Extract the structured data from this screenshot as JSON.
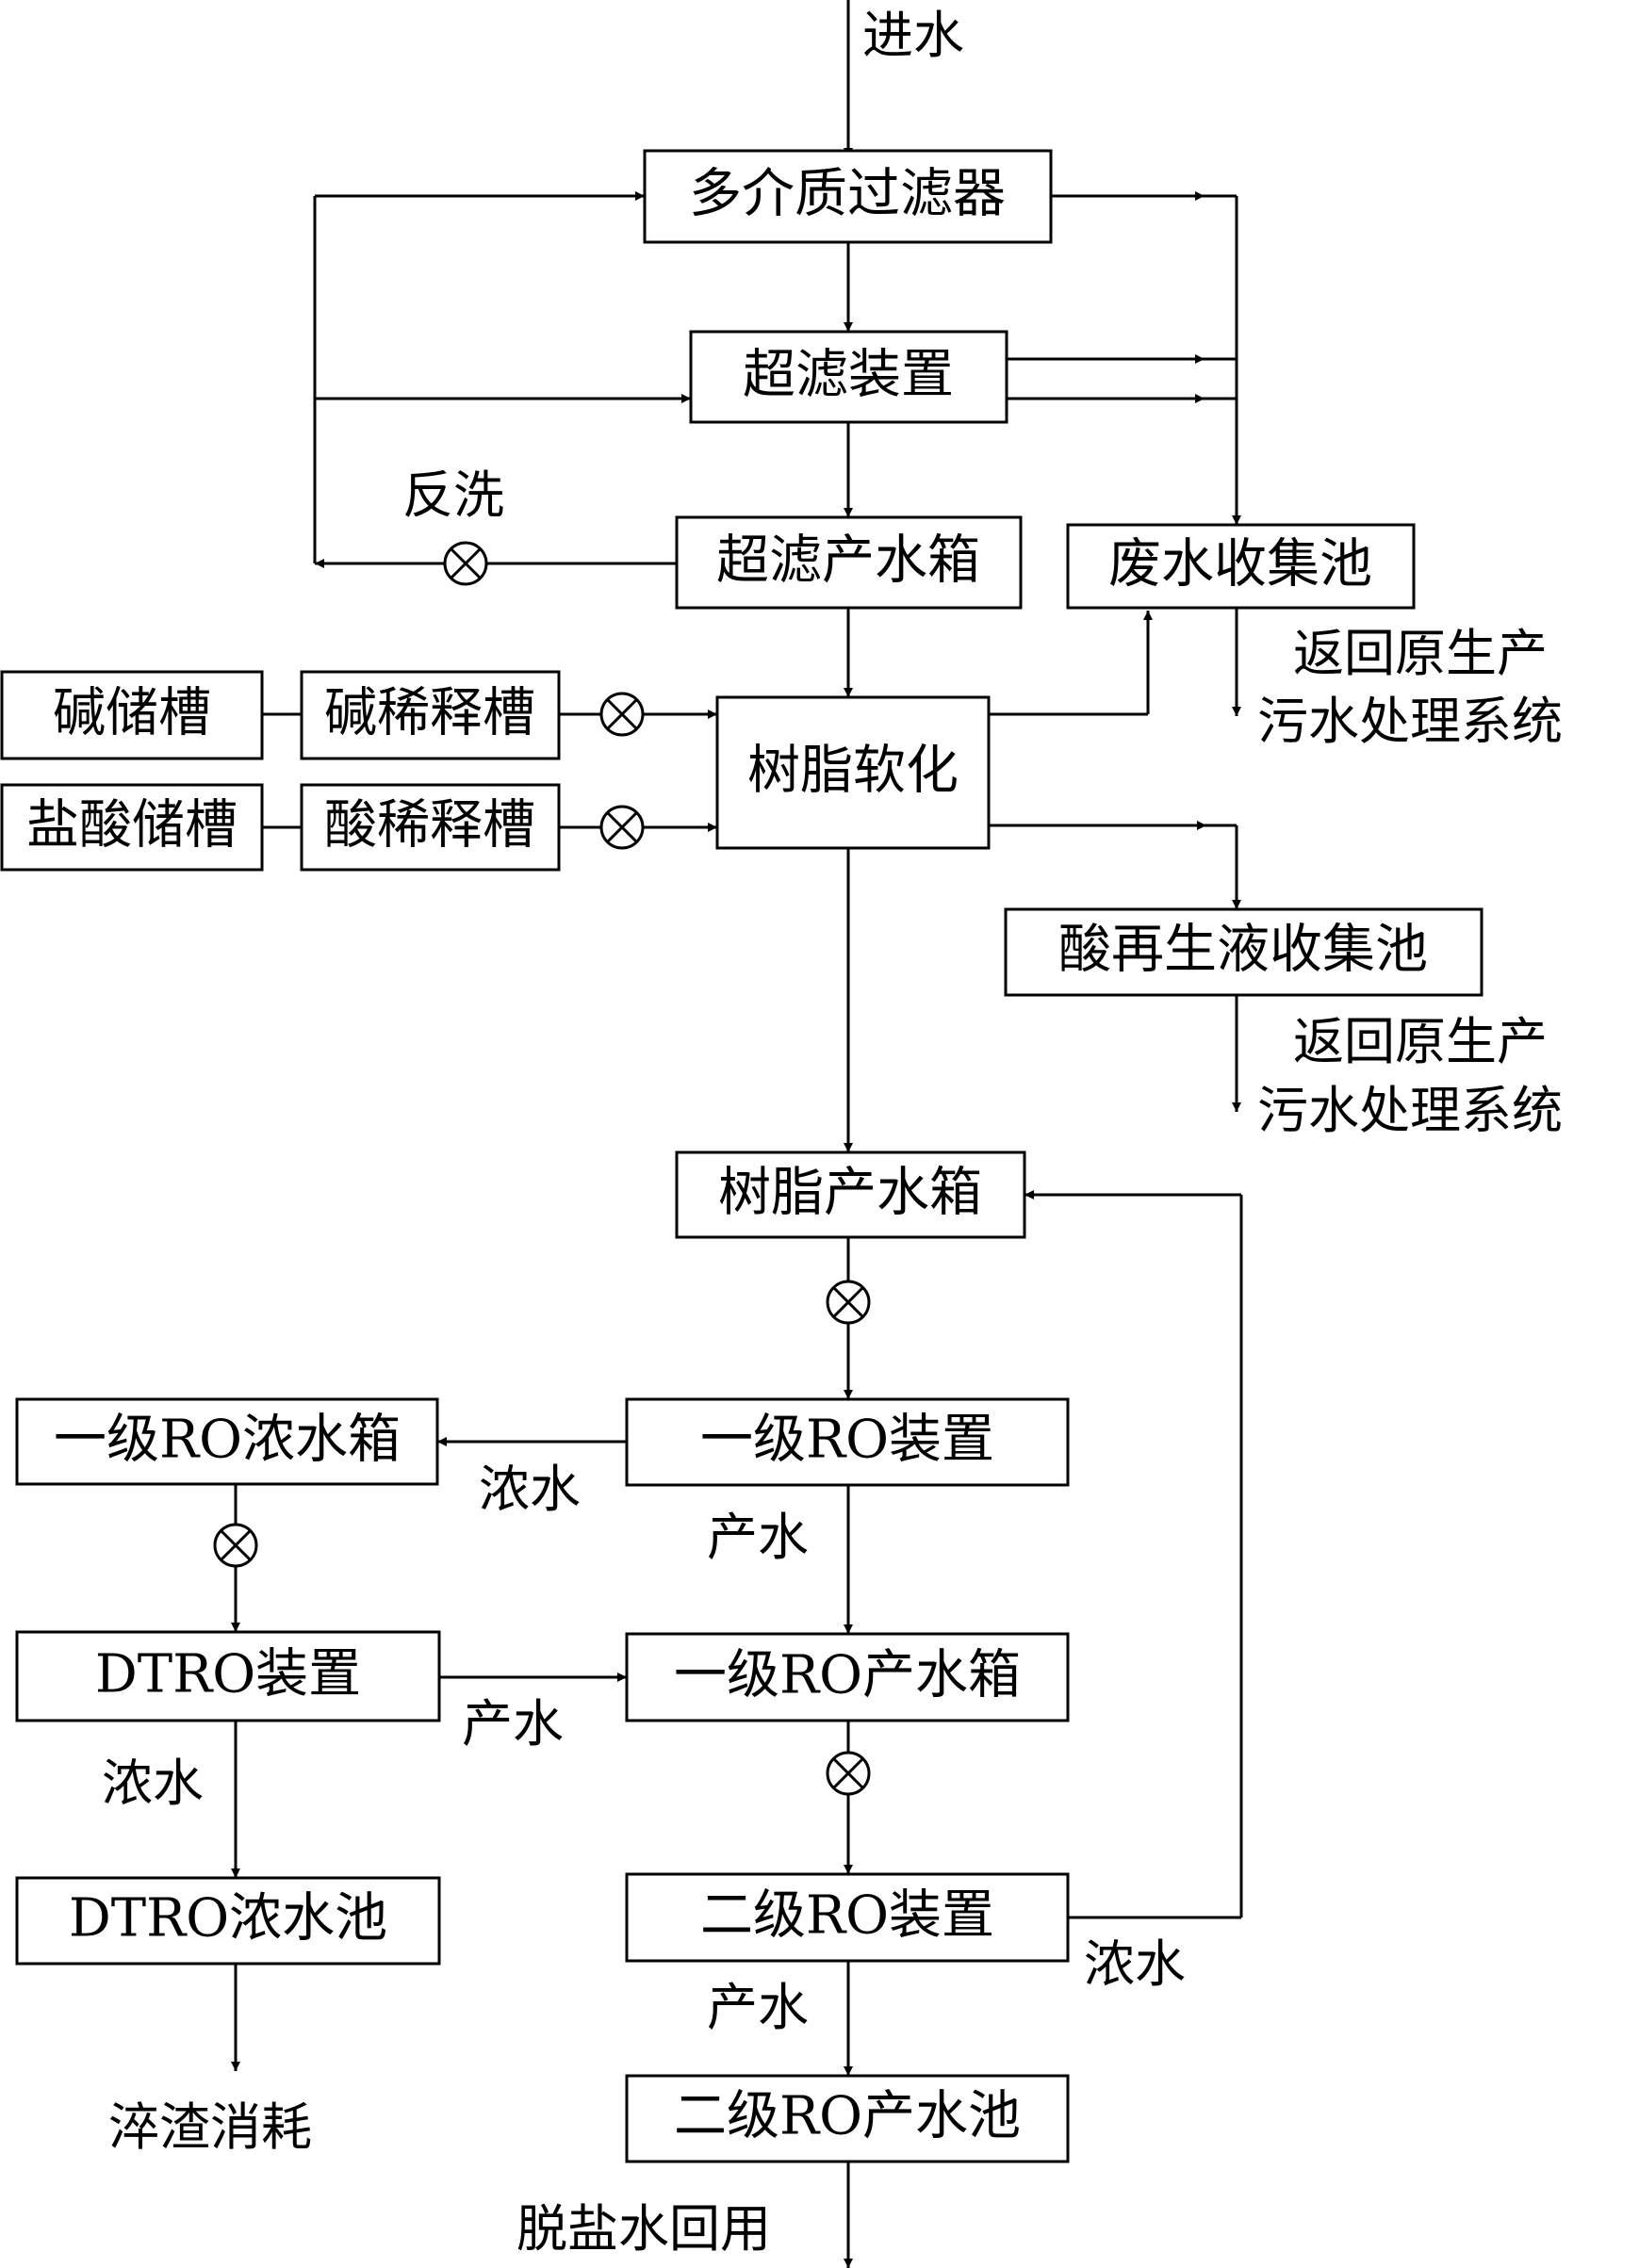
{
  "nodes": {
    "multimedia_filter": "多介质过滤器",
    "uf_device": "超滤装置",
    "uf_tank": "超滤产水箱",
    "wastewater_pool": "废水收集池",
    "alkali_storage": "碱储槽",
    "alkali_dilution": "碱稀释槽",
    "hcl_storage": "盐酸储槽",
    "acid_dilution": "酸稀释槽",
    "resin_softening": "树脂软化",
    "acid_regen_pool": "酸再生液收集池",
    "resin_tank": "树脂产水箱",
    "ro1_device": "一级RO装置",
    "ro1_conc_tank": "一级RO浓水箱",
    "ro1_product_tank": "一级RO产水箱",
    "dtro_device": "DTRO装置",
    "dtro_conc_pool": "DTRO浓水池",
    "ro2_device": "二级RO装置",
    "ro2_product_pool": "二级RO产水池"
  },
  "labels": {
    "inlet": "进水",
    "backwash": "反洗",
    "return_line1": "返回原生产",
    "return_line2": "污水处理系统",
    "return2_line1": "返回原生产",
    "return2_line2": "污水处理系统",
    "conc_ro1": "浓水",
    "product_ro1": "产水",
    "product_dtro": "产水",
    "conc_dtro": "浓水",
    "conc_ro2": "浓水",
    "product_ro2": "产水",
    "slag_consumption": "淬渣消耗",
    "desalted_reuse": "脱盐水回用"
  },
  "icons": {
    "valve": "valve-icon",
    "arrow": "arrow-head-icon"
  },
  "colors": {
    "line": "#000000",
    "background": "#ffffff"
  }
}
